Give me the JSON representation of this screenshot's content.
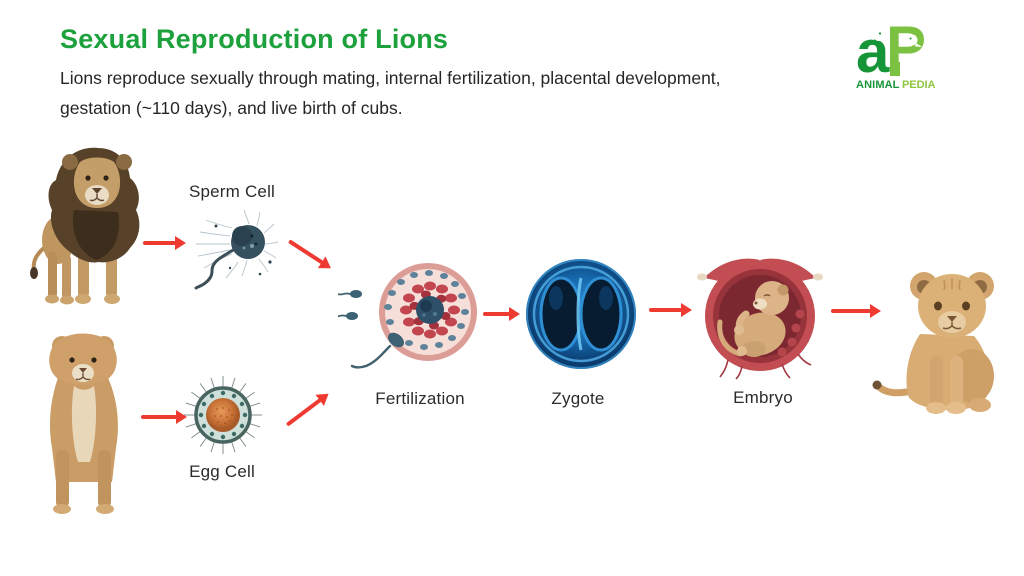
{
  "header": {
    "title": "Sexual Reproduction of Lions",
    "subtitle": "Lions reproduce sexually through mating, internal fertilization, placental development, gestation (~110 days), and live birth of cubs."
  },
  "logo": {
    "letter_a": "a",
    "letter_p": "P",
    "word_animal": "ANIMAL",
    "word_pedia": "PEDIA"
  },
  "diagram": {
    "sperm_label": "Sperm Cell",
    "egg_label": "Egg Cell",
    "fertilization_label": "Fertilization",
    "zygote_label": "Zygote",
    "embryo_label": "Embryo",
    "icons": [
      "male-lion",
      "lioness",
      "sperm-cell",
      "egg-cell",
      "fertilization-cell",
      "zygote-cell",
      "embryo-womb",
      "lion-cub"
    ],
    "flow": [
      "male-lion > sperm-cell",
      "lioness > egg-cell",
      "sperm-cell + egg-cell > fertilization",
      "fertilization > zygote",
      "zygote > embryo",
      "embryo > lion-cub"
    ]
  },
  "colors": {
    "title_green": "#1ca13c",
    "logo_dark_green": "#169538",
    "logo_light_green": "#8dc63f",
    "arrow_red": "#ee3a31",
    "body_text": "#262626"
  }
}
